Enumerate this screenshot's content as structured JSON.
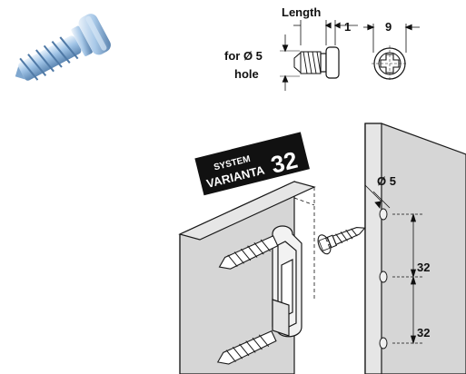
{
  "product_photo": {
    "icon": "euro-screw-photo"
  },
  "spec_drawing": {
    "length_label": "Length",
    "offset_label": "1",
    "head_label": "9",
    "hole_label_line1": "for Ø 5",
    "hole_label_line2": "hole"
  },
  "badge": {
    "line1": "SYSTEM",
    "line2": "VARIANTA",
    "number": "32"
  },
  "installation": {
    "hole_label": "Ø 5",
    "spacing_top": "32",
    "spacing_bottom": "32"
  },
  "colors": {
    "panel_light": "#d6d6d6",
    "panel_edge": "#e6e6e6",
    "outline": "#1a1a1a",
    "badge_bg": "#111111",
    "screw_blue": "#9fc3e6"
  }
}
